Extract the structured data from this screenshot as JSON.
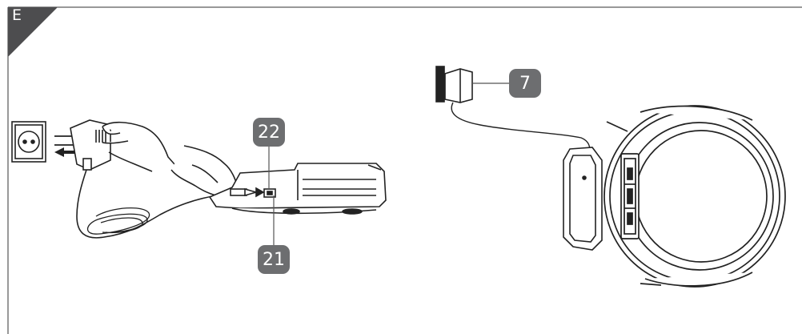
{
  "section": {
    "label": "E"
  },
  "callouts": [
    {
      "id": "part-22",
      "label": "22"
    },
    {
      "id": "part-21",
      "label": "21"
    },
    {
      "id": "part-7",
      "label": "7"
    }
  ],
  "colors": {
    "callout_fill": "#6d6e70",
    "corner_fill": "#4d4d4f",
    "line": "#222222"
  }
}
